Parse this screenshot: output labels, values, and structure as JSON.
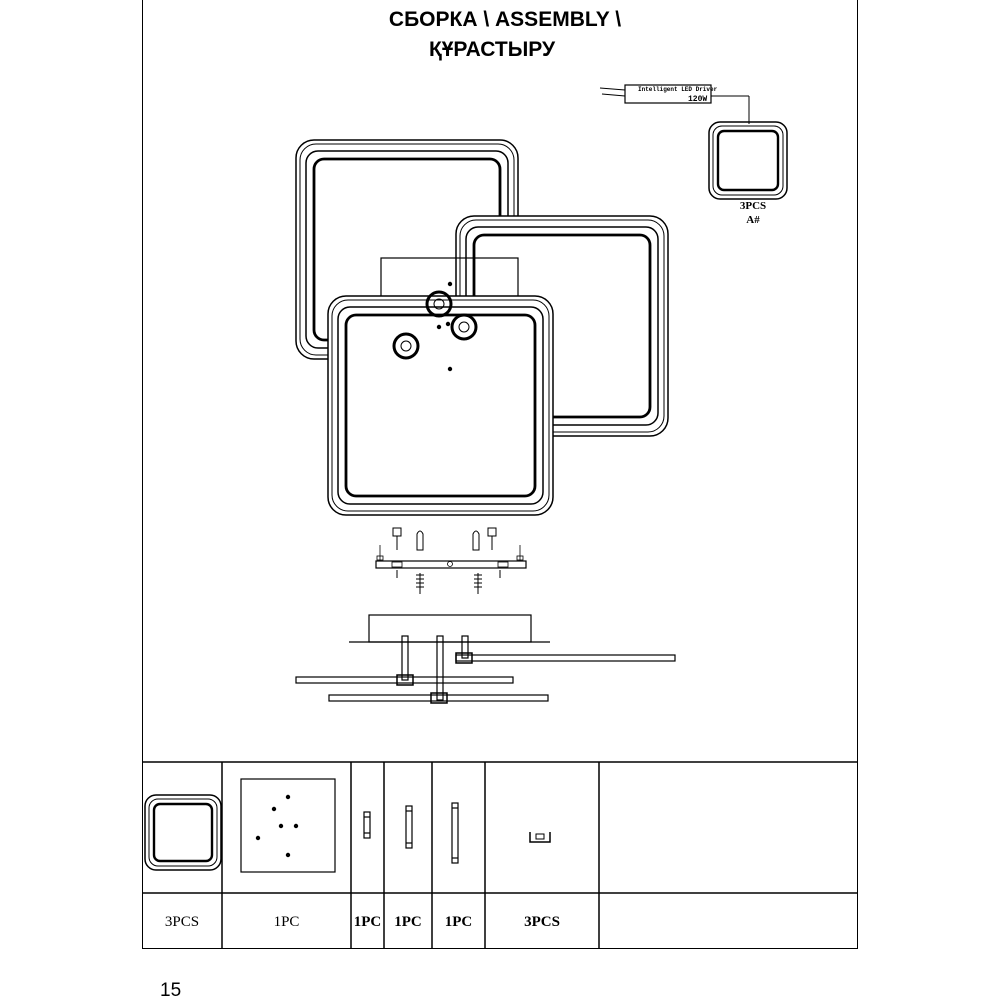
{
  "header": {
    "title_line1": "СБОРКА \\ ASSEMBLY \\",
    "title_line2": "ҚҰРАСТЫРУ"
  },
  "driver": {
    "label": "Intelligent LED Driver",
    "power": "120W"
  },
  "ring_part": {
    "quantity": "3PCS",
    "code": "A#"
  },
  "parts_table": {
    "quantities": [
      "3PCS",
      "1PC",
      "1PC",
      "1PC",
      "1PC",
      "3PCS"
    ]
  },
  "page_number": "15"
}
